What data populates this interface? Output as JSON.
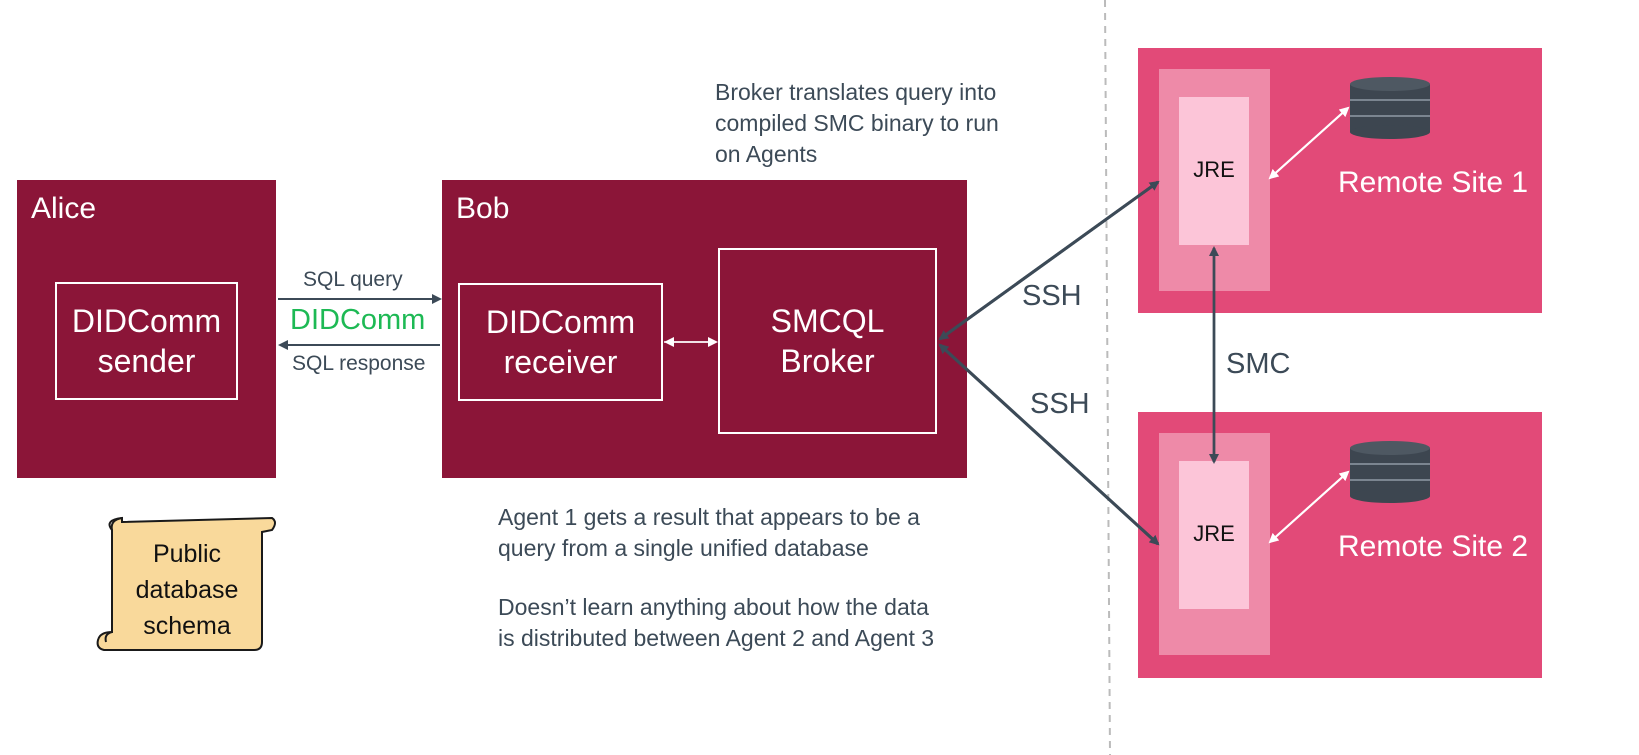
{
  "alice": {
    "title": "Alice",
    "box": "DIDComm\nsender"
  },
  "bob": {
    "title": "Bob",
    "receiver": "DIDComm\nreceiver",
    "broker": "SMCQL\nBroker"
  },
  "channel": {
    "query": "SQL query",
    "protocol": "DIDComm",
    "response": "SQL response"
  },
  "notes": {
    "broker": "Broker translates query into\ncompiled SMC binary to run\non Agents",
    "result": "Agent 1 gets a result that appears to be a\nquery from a single unified database",
    "privacy": "Doesn’t learn anything about how the data\nis distributed between Agent 2 and Agent 3"
  },
  "scroll": {
    "text": "Public\ndatabase\nschema"
  },
  "links": {
    "ssh_top": "SSH",
    "ssh_bottom": "SSH",
    "smc": "SMC"
  },
  "sites": [
    {
      "title": "Remote Site 1",
      "runtime": "JRE"
    },
    {
      "title": "Remote Site 2",
      "runtime": "JRE"
    }
  ],
  "colors": {
    "party": "#8b1538",
    "site": "#e24a78",
    "protocol": "#1db954",
    "arrow": "#3c4a57"
  }
}
